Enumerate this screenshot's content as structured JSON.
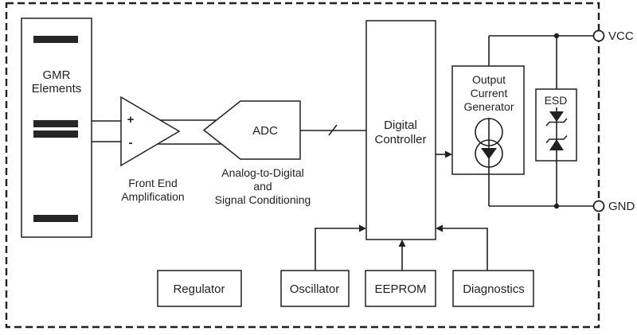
{
  "colors": {
    "line": "#231f20",
    "bar_fill": "#262626",
    "background": "#ffffff"
  },
  "blocks": {
    "gmr": {
      "line1": "GMR",
      "line2": "Elements"
    },
    "amplifier": {
      "plus": "+",
      "minus": "-",
      "caption1": "Front End",
      "caption2": "Amplification"
    },
    "adc": {
      "label": "ADC",
      "caption1": "Analog-to-Digital",
      "caption2": "and",
      "caption3": "Signal Conditioning"
    },
    "digital_controller": {
      "line1": "Digital",
      "line2": "Controller"
    },
    "output_current_generator": {
      "line1": "Output",
      "line2": "Current",
      "line3": "Generator"
    },
    "esd": {
      "label": "ESD"
    },
    "regulator": {
      "label": "Regulator"
    },
    "oscillator": {
      "label": "Oscillator"
    },
    "eeprom": {
      "label": "EEPROM"
    },
    "diagnostics": {
      "label": "Diagnostics"
    }
  },
  "terminals": {
    "vcc": "VCC",
    "gnd": "GND"
  }
}
